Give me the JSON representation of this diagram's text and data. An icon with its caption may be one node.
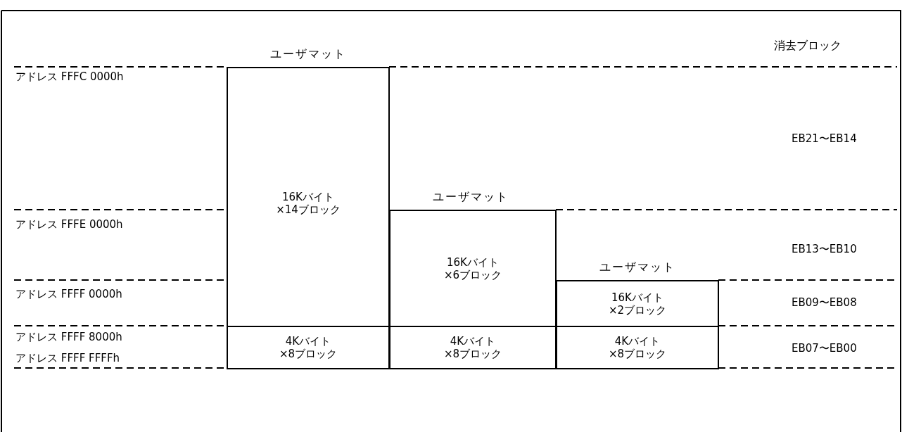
{
  "diagram": {
    "nodes": [
      {
        "text": [
          "ユーザマット",
          "16Kバイト ×14ブロック"
        ]
      },
      {
        "text": [
          "4Kバイト ×8ブロック"
        ]
      },
      {
        "text": [
          "ユーザマット",
          "16Kバイト ×6ブロック"
        ]
      },
      {
        "text": [
          "4Kバイト ×8ブロック"
        ]
      },
      {
        "text": [
          "ユーザマット",
          "16Kバイト ×2ブロック"
        ]
      },
      {
        "text": [
          "4Kバイト ×8ブロック"
        ]
      }
    ],
    "edges": [],
    "labels": [
      "消去ブロック",
      "アドレス FFFC 0000h",
      "EB21〜EB14",
      "アドレス FFFE 0000h",
      "EB13〜EB10",
      "アドレス FFFF 0000h",
      "EB09〜EB08",
      "アドレス FFFF 8000h",
      "アドレス FFFF FFFFh",
      "EB07〜EB00"
    ]
  }
}
